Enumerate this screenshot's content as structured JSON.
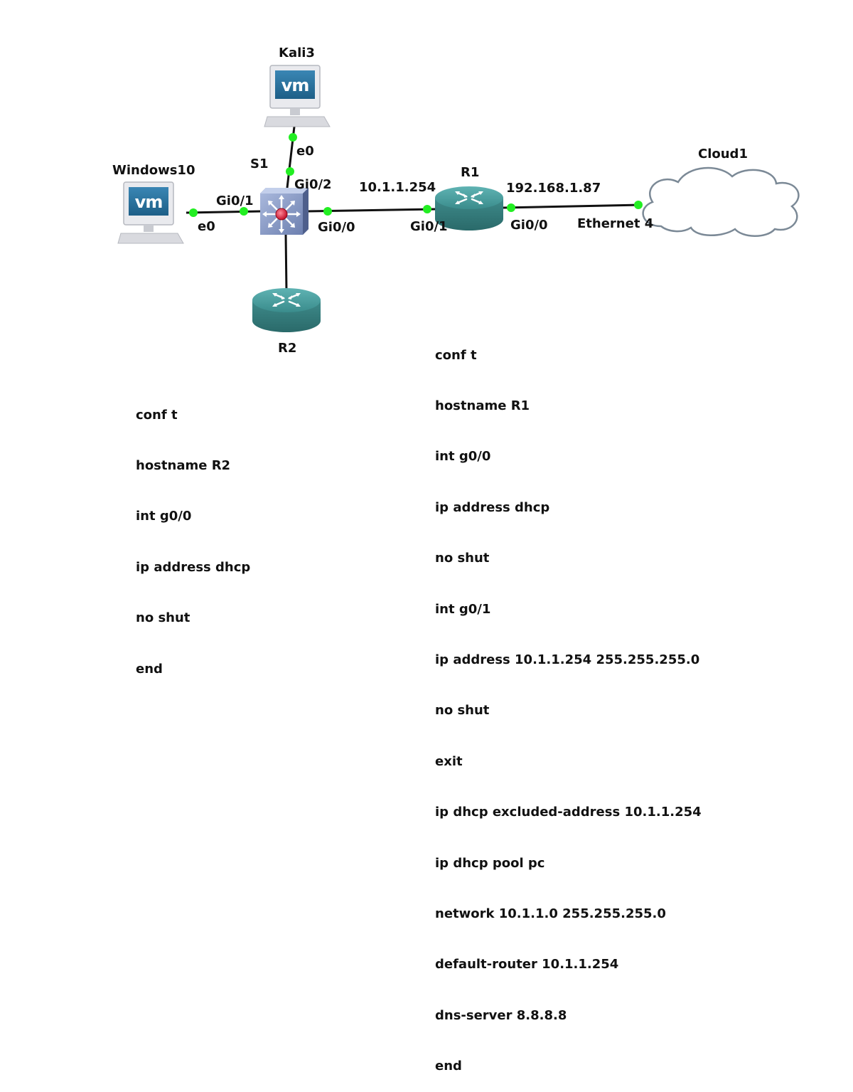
{
  "nodes": {
    "kali": {
      "name": "Kali3",
      "badge": "vm",
      "icon": "vm-workstation-icon"
    },
    "windows": {
      "name": "Windows10",
      "badge": "vm",
      "icon": "vm-workstation-icon"
    },
    "switch": {
      "name": "S1",
      "icon": "multilayer-switch-icon"
    },
    "r1": {
      "name": "R1",
      "icon": "router-icon"
    },
    "r2": {
      "name": "R2",
      "icon": "router-icon"
    },
    "cloud": {
      "name": "Cloud1",
      "icon": "cloud-icon"
    }
  },
  "ports": {
    "kali_e0": "e0",
    "switch_gi02": "Gi0/2",
    "switch_gi01": "Gi0/1",
    "windows_e0": "e0",
    "switch_gi00": "Gi0/0",
    "r1_gi01": "Gi0/1",
    "r1_gi00": "Gi0/0",
    "cloud_eth": "Ethernet 4"
  },
  "addresses": {
    "r1_gi01_ip": "10.1.1.254",
    "r1_gi00_ip": "192.168.1.87"
  },
  "configs": {
    "r2": [
      "conf t",
      "hostname R2",
      "int g0/0",
      "ip address dhcp",
      "no shut",
      "end"
    ],
    "r1": [
      "conf t",
      "hostname R1",
      "int g0/0",
      "ip address dhcp",
      "no shut",
      "int g0/1",
      "ip address 10.1.1.254 255.255.255.0",
      "no shut",
      "exit",
      "ip dhcp excluded-address 10.1.1.254",
      "ip dhcp pool pc",
      "network 10.1.1.0 255.255.255.0",
      "default-router 10.1.1.254",
      "dns-server 8.8.8.8",
      "end"
    ]
  },
  "colors": {
    "link": "#111111",
    "link_dot": "#22ee22",
    "router_body": "#3f8e8e",
    "switch_body": "#8a9bc4",
    "switch_core": "#e0203a",
    "cloud_fill": "#ffffff",
    "cloud_stroke": "#7b8996",
    "monitor_screen": "#2a6f9a"
  }
}
